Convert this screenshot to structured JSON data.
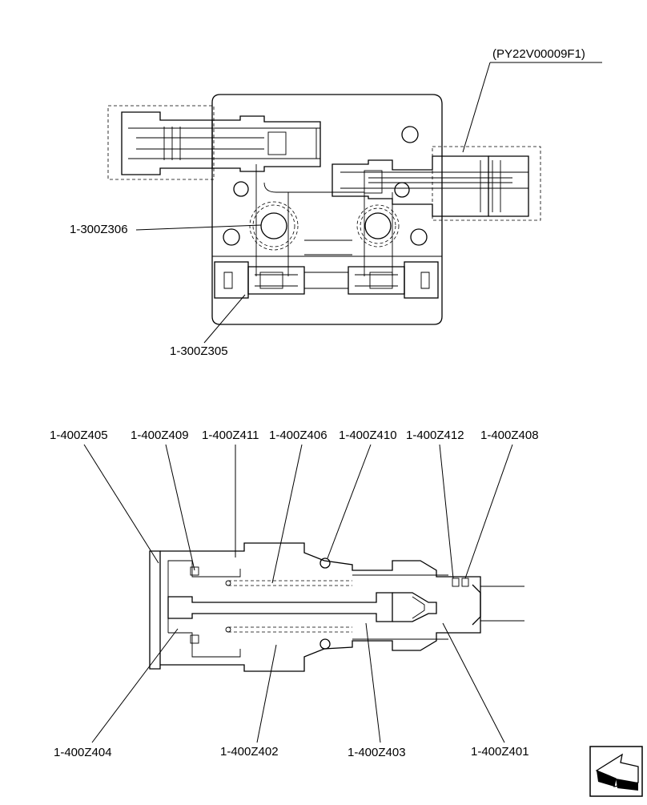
{
  "diagram": {
    "reference": "(PY22V00009F1)",
    "top_view_labels": {
      "part_306": "1-300Z306",
      "part_305": "1-300Z305"
    },
    "section_labels": {
      "z405": "1-400Z405",
      "z409": "1-400Z409",
      "z411": "1-400Z411",
      "z406": "1-400Z406",
      "z410": "1-400Z410",
      "z412": "1-400Z412",
      "z408": "1-400Z408",
      "z404": "1-400Z404",
      "z402": "1-400Z402",
      "z403": "1-400Z403",
      "z401": "1-400Z401"
    },
    "nav_icon": "next-page-arrow-icon"
  }
}
